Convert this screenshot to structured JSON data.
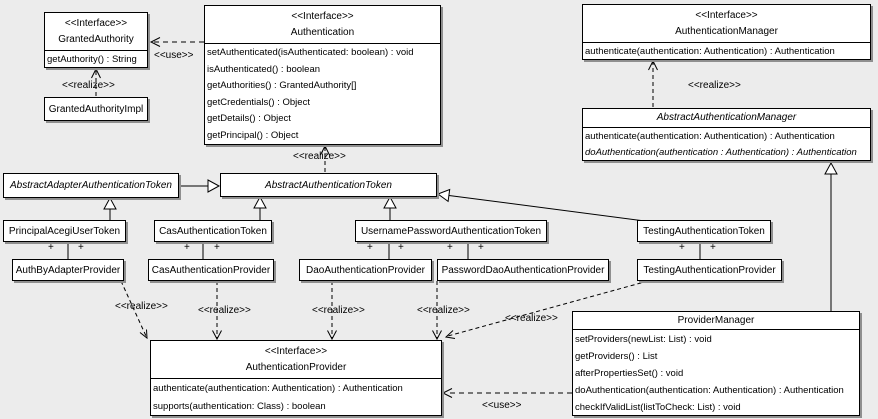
{
  "diagram": {
    "labels": {
      "use": "<<use>>",
      "realize": "<<realize>>",
      "plus": "+"
    }
  },
  "classes": {
    "granted_authority": {
      "stereotype": "<<Interface>>",
      "name": "GrantedAuthority",
      "methods": [
        "getAuthority() : String"
      ]
    },
    "authentication": {
      "stereotype": "<<Interface>>",
      "name": "Authentication",
      "methods": [
        "setAuthenticated(isAuthenticated: boolean) : void",
        "isAuthenticated() : boolean",
        "getAuthorities() : GrantedAuthority[]",
        "getCredentials() : Object",
        "getDetails() : Object",
        "getPrincipal() : Object"
      ]
    },
    "granted_authority_impl": {
      "name": "GrantedAuthorityImpl"
    },
    "authentication_manager": {
      "stereotype": "<<Interface>>",
      "name": "AuthenticationManager",
      "methods": [
        "authenticate(authentication: Authentication) : Authentication"
      ]
    },
    "abstract_authentication_manager": {
      "name": "AbstractAuthenticationManager",
      "methods": [
        "authenticate(authentication: Authentication) : Authentication",
        "doAuthentication(authentication : Authentication) : Authentication"
      ]
    },
    "abstract_adapter_authentication_token": {
      "name": "AbstractAdapterAuthenticationToken"
    },
    "abstract_authentication_token": {
      "name": "AbstractAuthenticationToken"
    },
    "principal_acegi_user_token": {
      "name": "PrincipalAcegiUserToken"
    },
    "cas_authentication_token": {
      "name": "CasAuthenticationToken"
    },
    "username_password_authentication_token": {
      "name": "UsernamePasswordAuthenticationToken"
    },
    "testing_authentication_token": {
      "name": "TestingAuthenticationToken"
    },
    "auth_by_adapter_provider": {
      "name": "AuthByAdapterProvider"
    },
    "cas_authentication_provider": {
      "name": "CasAuthenticationProvider"
    },
    "dao_authentication_provider": {
      "name": "DaoAuthenticationProvider"
    },
    "password_dao_authentication_provider": {
      "name": "PasswordDaoAuthenticationProvider"
    },
    "testing_authentication_provider": {
      "name": "TestingAuthenticationProvider"
    },
    "authentication_provider": {
      "stereotype": "<<Interface>>",
      "name": "AuthenticationProvider",
      "methods": [
        "authenticate(authentication: Authentication) : Authentication",
        "supports(authentication: Class) : boolean"
      ]
    },
    "provider_manager": {
      "name": "ProviderManager",
      "methods": [
        "setProviders(newList: List) : void",
        "getProviders() : List",
        "afterPropertiesSet() : void",
        "doAuthentication(authentication: Authentication) : Authentication",
        "checkIfValidList(listToCheck: List) : void"
      ]
    }
  },
  "colors": {
    "background": "#ececec",
    "box_fill": "#ffffff",
    "line": "#000000",
    "shadow": "#8f8f8f"
  }
}
